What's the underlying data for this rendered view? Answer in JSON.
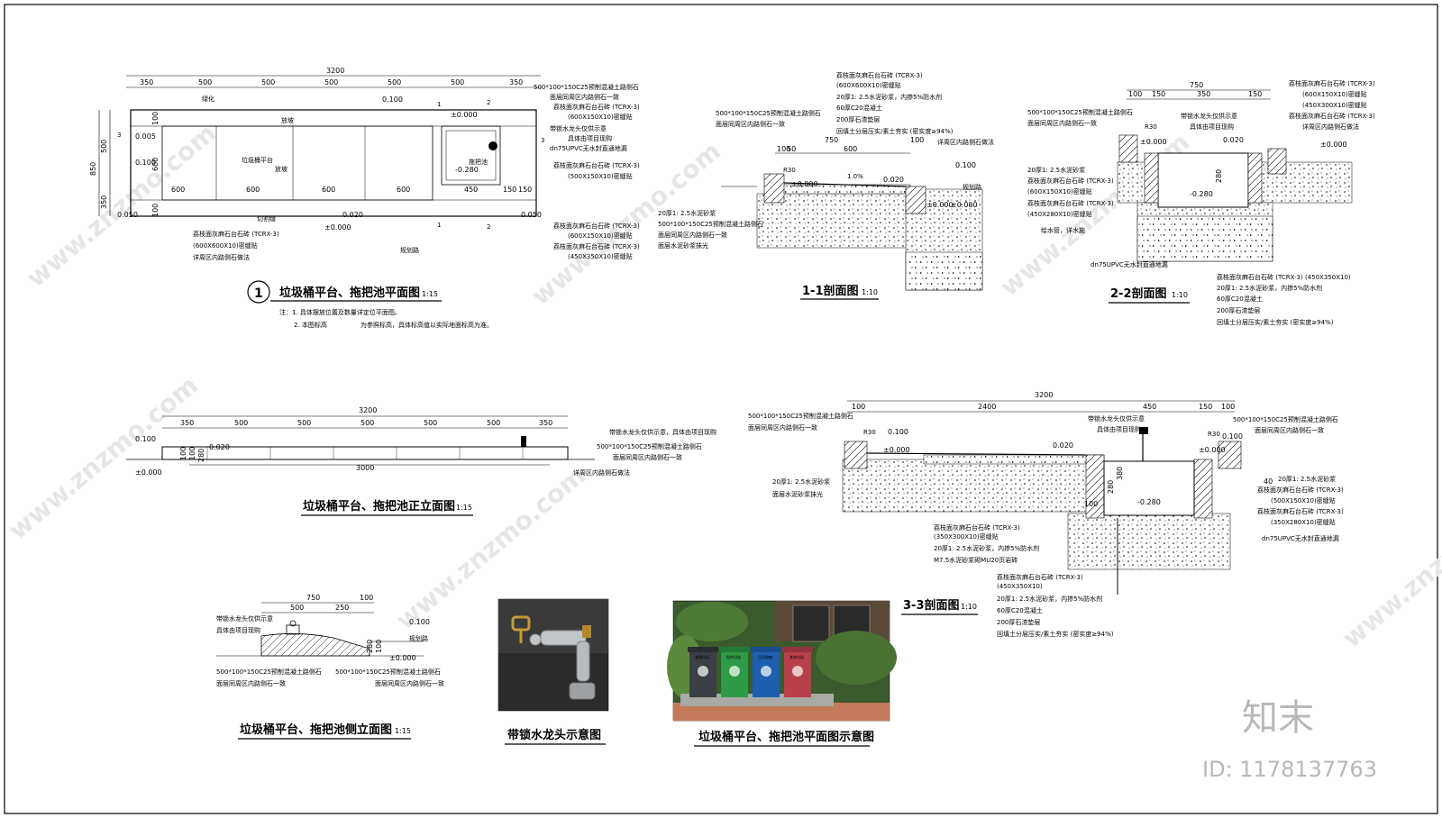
{
  "brand": {
    "logo_text": "知末",
    "id_label": "ID: 1178137763"
  },
  "watermark": "www.znzmo.com",
  "plan": {
    "title": "垃圾桶平台、拖把池平面图",
    "scale": "1:15",
    "number": "1",
    "notes": [
      "注：1. 具体摆放位置及数量详定位平面图。",
      "2. 本图标高",
      "为参照标高，具体标高值以实际地面标高为准。"
    ],
    "total_dim": "3200",
    "top_dims": [
      "350",
      "500",
      "500",
      "500",
      "500",
      "500",
      "350"
    ],
    "bottom_dims": [
      "600",
      "600",
      "600",
      "600",
      "450",
      "150",
      "150"
    ],
    "left_dims": [
      "850",
      "500",
      "350",
      "100",
      "600",
      "100"
    ],
    "labels": {
      "greening": "绿化",
      "platform": "垃圾桶平台",
      "mop": "拖把池",
      "road": "规划路",
      "slope": "放坡",
      "slope2": "放坡",
      "cut": "切割缝"
    },
    "elev": [
      "0.100",
      "±0.000",
      "0.005",
      "0.100",
      "-0.280",
      "0.050",
      "0.020",
      "±0.000",
      "0.050"
    ],
    "callouts": [
      "500*100*150C25预制混凝土路侧石",
      "面层同周区内路侧石一致",
      "荔枝面灰麻石台石砖 (TCRX-3)",
      "(600X150X10)密缝贴",
      "带锁水龙头仅供示意",
      "具体由项目现购",
      "dn75UPVC无水封直通地漏",
      "荔枝面灰麻石台石砖 (TCRX-3)",
      "(500X150X10)密缝贴",
      "荔枝面灰麻石台石砖 (TCRX-3)",
      "(600X150X10)密缝贴",
      "荔枝面灰麻石台石砖 (TCRX-3)",
      "(450X350X10)密缝贴",
      "荔枝面灰麻石台石砖 (TCRX-3)",
      "(600X600X10)密缝贴",
      "详周区内路侧石做法"
    ],
    "section_marks": [
      "1",
      "1",
      "2",
      "2",
      "3",
      "3"
    ]
  },
  "sec11": {
    "title": "1-1剖面图",
    "scale": "1:10",
    "dims": [
      "750",
      "100",
      "50",
      "600",
      "100"
    ],
    "elev": [
      "±0.000",
      "0.020",
      "±0.000",
      "0.100",
      "±0.000"
    ],
    "labels": [
      "荔枝面灰麻石台石砖 (TCRX-3)",
      "(600X600X10)密缝贴",
      "20厚1: 2.5水泥砂浆，内掺5%防水剂",
      "60厚C20混凝土",
      "200厚石渣垫层",
      "回填土分层压实/素土夯实 (密实度≥94%)",
      "500*100*150C25预制混凝土路侧石",
      "面层同周区内路侧石一致",
      "详周区内路侧石做法",
      "规划路",
      "20厚1: 2.5水泥砂浆",
      "500*100*150C25预制混凝土路侧石",
      "面层同周区内路侧石一致",
      "面层水泥砂浆抹光",
      "R30",
      "1.0%"
    ]
  },
  "sec22": {
    "title": "2-2剖面图",
    "scale": "1:10",
    "dims": [
      "750",
      "100",
      "150",
      "350",
      "150"
    ],
    "elev": [
      "±0.000",
      "0.020",
      "±0.000",
      "-0.280"
    ],
    "dim_v": "280",
    "labels": [
      "荔枝面灰麻石台石砖 (TCRX-3)",
      "(600X150X10)密缝贴",
      "(450X300X10)密缝贴",
      "荔枝面灰麻石台石砖 (TCRX-3)",
      "带锁水龙头仅供示意",
      "具体由项目现购",
      "详周区内路侧石做法",
      "500*100*150C25预制混凝土路侧石",
      "面层同周区内路侧石一致",
      "20厚1: 2.5水泥砂浆",
      "荔枝面灰麻石台石砖 (TCRX-3)",
      "(600X150X10)密缝贴",
      "荔枝面灰麻石台石砖 (TCRX-3)",
      "(450X280X10)密缝贴",
      "给水管，详水施",
      "dn75UPVC无水封直通地漏",
      "荔枝面灰麻石台石砖 (TCRX-3) (450X350X10)",
      "20厚1: 2.5水泥砂浆，内掺5%防水剂",
      "60厚C20混凝土",
      "200厚石渣垫层",
      "回填土分层压实/素土夯实 (密实度≥94%)",
      "R30"
    ]
  },
  "front": {
    "title": "垃圾桶平台、拖把池正立面图",
    "scale": "1:15",
    "total": "3200",
    "dims": [
      "350",
      "500",
      "500",
      "500",
      "500",
      "500",
      "350"
    ],
    "bottom": "3000",
    "elev": [
      "0.100",
      "±0.000",
      "0.020"
    ],
    "vdims": [
      "100",
      "100",
      "280"
    ],
    "labels": [
      "带锁水龙头仅供示意，具体由项目现购",
      "500*100*150C25预制混凝土路侧石",
      "面层同周区内路侧石一致",
      "详周区内路侧石做法"
    ]
  },
  "sec33": {
    "title": "3-3剖面图",
    "scale": "1:10",
    "total": "3200",
    "dims": [
      "100",
      "2400",
      "450",
      "150",
      "100"
    ],
    "elev": [
      "0.100",
      "±0.000",
      "0.020",
      "±0.000",
      "0.100",
      "-0.280"
    ],
    "vdims": [
      "280",
      "380",
      "100",
      "40"
    ],
    "labels": [
      "500*100*150C25预制混凝土路侧石",
      "面层同周区内路侧石一致",
      "20厚1: 2.5水泥砂浆",
      "面层水泥砂浆抹光",
      "带锁水龙头仅供示意",
      "具体由项目现购",
      "500*100*150C25预制混凝土路侧石",
      "面层同周区内路侧石一致",
      "20厚1: 2.5水泥砂浆",
      "荔枝面灰麻石台石砖 (TCRX-3)",
      "(500X150X10)密缝贴",
      "荔枝面灰麻石台石砖 (TCRX-3)",
      "(350X280X10)密缝贴",
      "dn75UPVC无水封直通地漏",
      "荔枝面灰麻石台石砖 (TCRX-3)",
      "(350X300X10)密缝贴",
      "20厚1: 2.5水泥砂浆，内掺5%防水剂",
      "M7.5水泥砂浆砌MU20页岩砖",
      "荔枝面灰麻石台石砖 (TCRX-3)",
      "(450X350X10)",
      "20厚1: 2.5水泥砂浆，内掺5%防水剂",
      "60厚C20混凝土",
      "200厚石渣垫层",
      "回填土分层压实/素土夯实 (密实度≥94%)",
      "R30",
      "R30"
    ]
  },
  "side": {
    "title": "垃圾桶平台、拖把池侧立面图",
    "scale": "1:15",
    "dims": [
      "750",
      "500",
      "250",
      "100"
    ],
    "elev": [
      "0.100",
      "±0.000"
    ],
    "labels": [
      "带锁水龙头仅供示意",
      "具体由项目现购",
      "规划路",
      "500*100*150C25预制混凝土路侧石",
      "面层同周区内路侧石一致",
      "500*100*150C25预制混凝土路侧石",
      "面层同周区内路侧石一致",
      "280",
      "100"
    ]
  },
  "photos": {
    "faucet_caption": "带锁水龙头示意图",
    "bins_caption": "垃圾桶平台、拖把池平面图示意图",
    "bin_colors": [
      "#3a3f45",
      "#2e9a46",
      "#1f5fb0",
      "#b8404c"
    ],
    "bin_labels": [
      "有害垃圾",
      "厨余垃圾",
      "可回收物",
      "其他垃圾"
    ]
  }
}
